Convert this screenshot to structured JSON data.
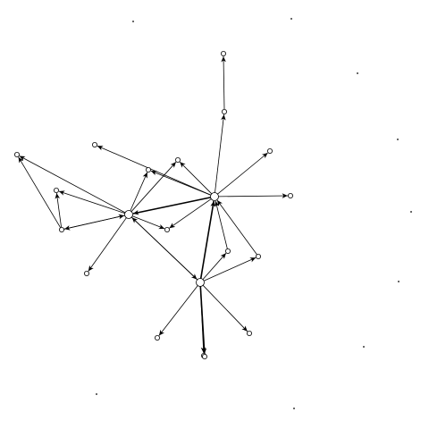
{
  "diagram": {
    "type": "directed-graph",
    "colors": {
      "background": "#ffffff",
      "edge": "#000000",
      "node_stroke": "#000000",
      "node_fill": "#ffffff"
    },
    "nodes": [
      {
        "id": "n1",
        "type": "hub"
      },
      {
        "id": "n2",
        "type": "hub"
      },
      {
        "id": "n3",
        "type": "hub"
      },
      {
        "id": "n4",
        "type": "node"
      },
      {
        "id": "n5",
        "type": "node"
      },
      {
        "id": "n6",
        "type": "node"
      },
      {
        "id": "n7",
        "type": "node"
      },
      {
        "id": "n8",
        "type": "node"
      },
      {
        "id": "n9",
        "type": "node"
      },
      {
        "id": "n10",
        "type": "node"
      },
      {
        "id": "n11",
        "type": "node"
      },
      {
        "id": "n12",
        "type": "node"
      },
      {
        "id": "n13",
        "type": "node"
      },
      {
        "id": "n14",
        "type": "node"
      },
      {
        "id": "n15",
        "type": "node"
      },
      {
        "id": "n16",
        "type": "node"
      },
      {
        "id": "n17",
        "type": "node"
      },
      {
        "id": "n18",
        "type": "node"
      },
      {
        "id": "n19",
        "type": "node"
      },
      {
        "id": "n20",
        "type": "node"
      },
      {
        "id": "n21",
        "type": "node"
      },
      {
        "id": "d1",
        "type": "isolated"
      },
      {
        "id": "d2",
        "type": "isolated"
      },
      {
        "id": "d3",
        "type": "isolated"
      },
      {
        "id": "d4",
        "type": "isolated"
      },
      {
        "id": "d5",
        "type": "isolated"
      },
      {
        "id": "d6",
        "type": "isolated"
      },
      {
        "id": "d7",
        "type": "isolated"
      },
      {
        "id": "d8",
        "type": "isolated"
      },
      {
        "id": "d9",
        "type": "isolated"
      }
    ],
    "edges": [
      {
        "from": "n2",
        "to": "n12",
        "weight": 1
      },
      {
        "from": "n12",
        "to": "n13",
        "weight": 1
      },
      {
        "from": "n2",
        "to": "n14",
        "weight": 1
      },
      {
        "from": "n2",
        "to": "n15",
        "weight": 1
      },
      {
        "from": "n2",
        "to": "n9",
        "weight": 1
      },
      {
        "from": "n2",
        "to": "n10",
        "weight": 1
      },
      {
        "from": "n2",
        "to": "n11",
        "weight": 1
      },
      {
        "from": "n2",
        "to": "n1",
        "weight": 2
      },
      {
        "from": "n2",
        "to": "n8",
        "weight": 1
      },
      {
        "from": "n1",
        "to": "n4",
        "weight": 1
      },
      {
        "from": "n1",
        "to": "n5",
        "weight": 1
      },
      {
        "from": "n1",
        "to": "n6",
        "weight": 1
      },
      {
        "from": "n1",
        "to": "n7",
        "weight": 1
      },
      {
        "from": "n1",
        "to": "n9",
        "weight": 1
      },
      {
        "from": "n1",
        "to": "n10",
        "weight": 1
      },
      {
        "from": "n1",
        "to": "n8",
        "weight": 1
      },
      {
        "from": "n6",
        "to": "n1",
        "weight": 1
      },
      {
        "from": "n6",
        "to": "n5",
        "weight": 1
      },
      {
        "from": "n6",
        "to": "n7",
        "weight": 1
      },
      {
        "from": "n1",
        "to": "n3",
        "weight": 1
      },
      {
        "from": "n3",
        "to": "n1",
        "weight": 1
      },
      {
        "from": "n3",
        "to": "n2",
        "weight": 2
      },
      {
        "from": "n3",
        "to": "n17",
        "weight": 1
      },
      {
        "from": "n3",
        "to": "n16",
        "weight": 1
      },
      {
        "from": "n3",
        "to": "n18",
        "weight": 1
      },
      {
        "from": "n3",
        "to": "n19",
        "weight": 1
      },
      {
        "from": "n3",
        "to": "n20",
        "weight": 2
      },
      {
        "from": "n3",
        "to": "n21",
        "weight": 1
      },
      {
        "from": "n17",
        "to": "n2",
        "weight": 1
      },
      {
        "from": "n16",
        "to": "n2",
        "weight": 1
      }
    ]
  }
}
